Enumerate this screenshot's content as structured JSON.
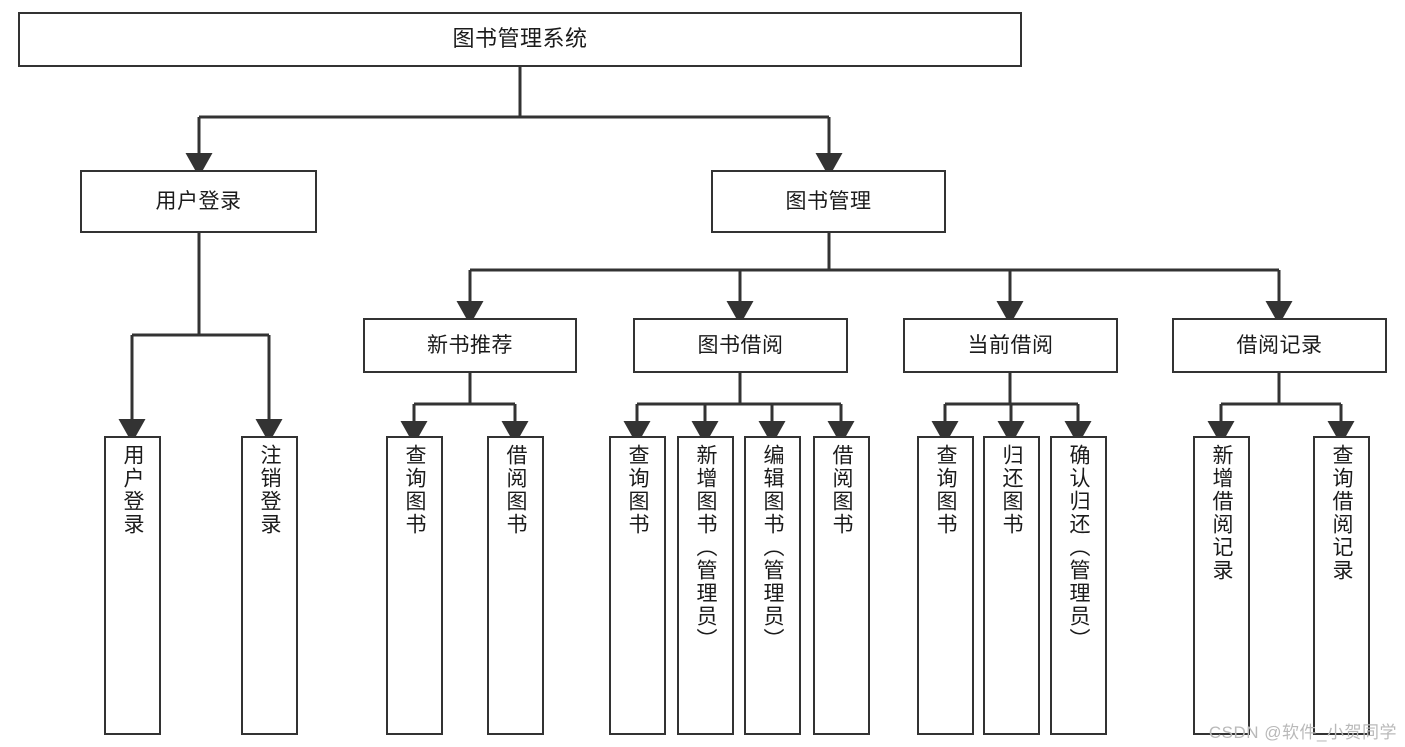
{
  "diagram": {
    "title_node": {
      "label": "图书管理系统"
    },
    "level1": [
      {
        "id": "user-login",
        "label": "用户登录"
      },
      {
        "id": "book-management",
        "label": "图书管理"
      }
    ],
    "level2": [
      {
        "id": "new-book-recommend",
        "label": "新书推荐",
        "parent": "book-management"
      },
      {
        "id": "book-borrow",
        "label": "图书借阅",
        "parent": "book-management"
      },
      {
        "id": "current-borrow",
        "label": "当前借阅",
        "parent": "book-management"
      },
      {
        "id": "borrow-record",
        "label": "借阅记录",
        "parent": "book-management"
      }
    ],
    "leaves": [
      {
        "id": "leaf-user-login",
        "label": "用户登录",
        "parent": "user-login"
      },
      {
        "id": "leaf-logout-login",
        "label": "注销登录",
        "parent": "user-login"
      },
      {
        "id": "leaf-query-book-1",
        "label": "查询图书",
        "parent": "new-book-recommend"
      },
      {
        "id": "leaf-borrow-book-1",
        "label": "借阅图书",
        "parent": "new-book-recommend"
      },
      {
        "id": "leaf-query-book-2",
        "label": "查询图书",
        "parent": "book-borrow"
      },
      {
        "id": "leaf-add-book",
        "label": "新增图书（管理员）",
        "parent": "book-borrow"
      },
      {
        "id": "leaf-edit-book",
        "label": "编辑图书（管理员）",
        "parent": "book-borrow"
      },
      {
        "id": "leaf-borrow-book-2",
        "label": "借阅图书",
        "parent": "book-borrow"
      },
      {
        "id": "leaf-query-book-3",
        "label": "查询图书",
        "parent": "current-borrow"
      },
      {
        "id": "leaf-return-book",
        "label": "归还图书",
        "parent": "current-borrow"
      },
      {
        "id": "leaf-confirm-return",
        "label": "确认归还（管理员）",
        "parent": "current-borrow"
      },
      {
        "id": "leaf-add-record",
        "label": "新增借阅记录",
        "parent": "borrow-record"
      },
      {
        "id": "leaf-query-record",
        "label": "查询借阅记录",
        "parent": "borrow-record"
      }
    ],
    "watermark": "CSDN @软件_小贺同学",
    "colors": {
      "stroke": "#333333",
      "fill": "#ffffff",
      "text": "#1b1b1b",
      "watermark": "#b9b9b9"
    }
  }
}
